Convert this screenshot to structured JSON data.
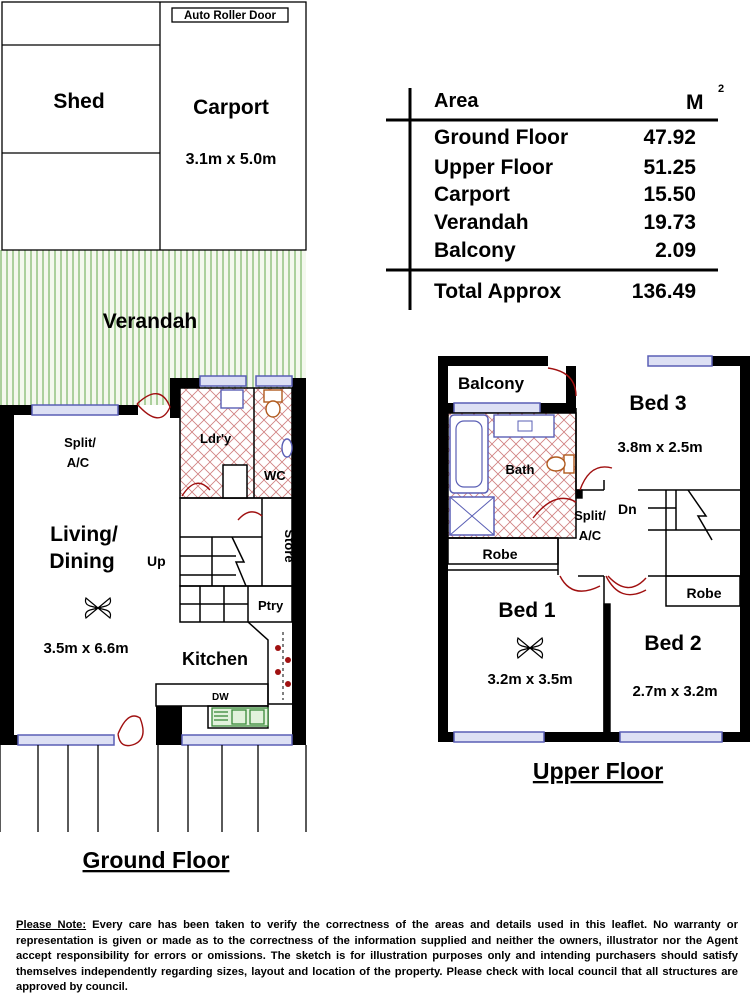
{
  "area_table": {
    "header_label": "Area",
    "unit": "M",
    "unit_exponent": "2",
    "rows": [
      {
        "label": "Ground Floor",
        "value": "47.92"
      },
      {
        "label": "Upper Floor",
        "value": "51.25"
      },
      {
        "label": "Carport",
        "value": "15.50"
      },
      {
        "label": "Verandah",
        "value": "19.73"
      },
      {
        "label": "Balcony",
        "value": "2.09"
      }
    ],
    "total": {
      "label": "Total Approx",
      "value": "136.49"
    }
  },
  "ground_floor": {
    "title": "Ground Floor",
    "auto_roller_door": "Auto Roller Door",
    "shed": "Shed",
    "carport": "Carport",
    "carport_dims": "3.1m x 5.0m",
    "verandah": "Verandah",
    "split_ac_line1": "Split/",
    "split_ac_line2": "A/C",
    "living_line1": "Living/",
    "living_line2": "Dining",
    "living_dims": "3.5m x 6.6m",
    "laundry": "Ldr'y",
    "wc": "WC",
    "store": "Store",
    "up": "Up",
    "pantry": "Ptry",
    "kitchen": "Kitchen",
    "dishwasher": "DW"
  },
  "upper_floor": {
    "title": "Upper Floor",
    "balcony": "Balcony",
    "bed3": "Bed 3",
    "bed3_dims": "3.8m x 2.5m",
    "bath": "Bath",
    "split_ac_line1": "Split/",
    "split_ac_line2": "A/C",
    "down": "Dn",
    "robe1": "Robe",
    "robe2": "Robe",
    "bed1": "Bed 1",
    "bed1_dims": "3.2m x 3.5m",
    "bed2": "Bed 2",
    "bed2_dims": "2.7m x 3.2m"
  },
  "disclaimer": {
    "heading": "Please Note:",
    "body": " Every care has been taken to verify the correctness of the areas and details used in this leaflet. No warranty or representation is given or made as to the correctness of the information supplied and neither the owners, illustrator nor the Agent accept responsibility for errors or omissions. The sketch is for illustration purposes only and intending purchasers should satisfy themselves independently regarding sizes, layout and location of the property. Please check with local council that all structures are approved by council."
  },
  "colors": {
    "wall": "#000000",
    "window": "#5a5fb5",
    "door_swing": "#a01010",
    "hatch": "#8cbf7a",
    "tile_grid": "#d08080"
  }
}
